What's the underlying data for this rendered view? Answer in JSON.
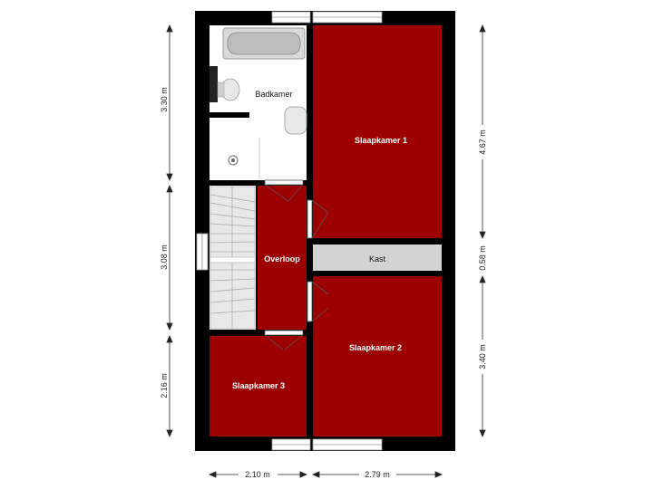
{
  "rooms": {
    "badkamer": "Badkamer",
    "slaapkamer1": "Slaapkamer 1",
    "overloop": "Overloop",
    "kast": "Kast",
    "slaapkamer2": "Slaapkamer 2",
    "slaapkamer3": "Slaapkamer 3"
  },
  "dimensions": {
    "left_top": "3.30 m",
    "left_mid": "3.08 m",
    "left_bottom": "2.16 m",
    "right_top": "4.67 m",
    "right_mid": "0.58 m",
    "right_bottom": "3.40 m",
    "bottom_left": "2.10 m",
    "bottom_right": "2.79 m"
  },
  "colors": {
    "room_red": "#9c0000",
    "wall": "#000000",
    "light_room": "#ffffff",
    "kast_gray": "#d3d3d3",
    "stairs": "#e6e6e6"
  }
}
